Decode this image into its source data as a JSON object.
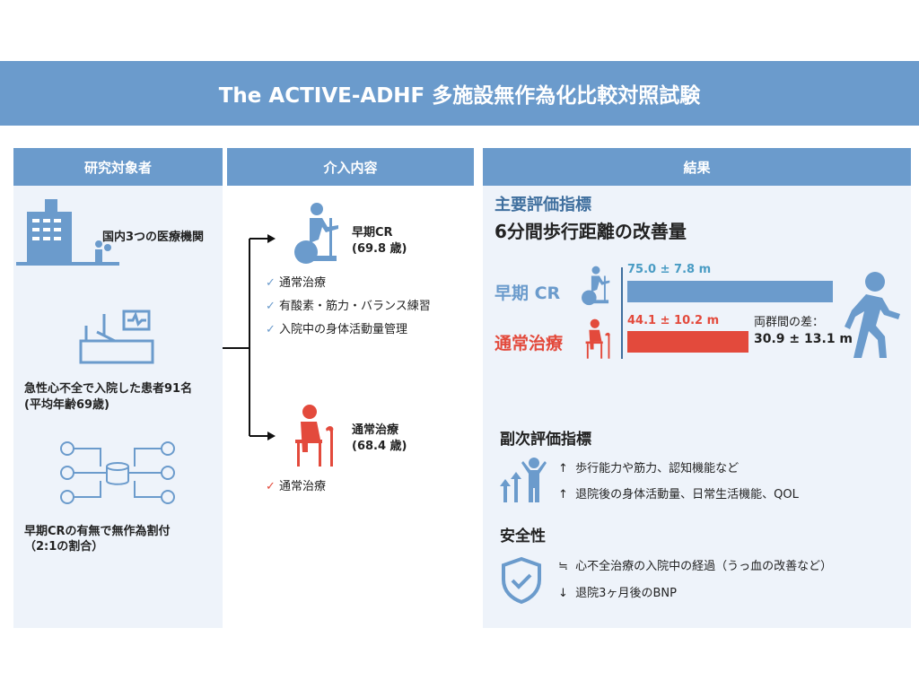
{
  "title": "The ACTIVE-ADHF 多施設無作為化比較対照試験",
  "headers": {
    "subjects": "研究対象者",
    "intervention": "介入内容",
    "results": "結果"
  },
  "subjects": {
    "hospitals": "国内3つの医療機関",
    "patients_line1": "急性心不全で入院した患者91名",
    "patients_line2": "(平均年齢69歳)",
    "random_line1": "早期CRの有無で無作為割付",
    "random_line2": "（2:1の割合）"
  },
  "intervention": {
    "early": {
      "name": "早期CR",
      "age": "(69.8 歳)",
      "items": [
        "通常治療",
        "有酸素・筋力・バランス練習",
        "入院中の身体活動量管理"
      ]
    },
    "usual": {
      "name": "通常治療",
      "age": "(68.4 歳)",
      "items": [
        "通常治療"
      ]
    }
  },
  "results": {
    "primary_label": "主要評価指標",
    "primary_title": "6分間歩行距離の改善量",
    "groups": [
      {
        "name": "早期 CR",
        "value": 75.0,
        "label": "75.0 ± 7.8 m",
        "color": "#6b9bcc"
      },
      {
        "name": "通常治療",
        "value": 44.1,
        "label": "44.1 ± 10.2 m",
        "color": "#e34a3c"
      }
    ],
    "diff_label": "両群間の差：",
    "diff_value": "30.9 ± 13.1 m",
    "secondary_label": "副次評価指標",
    "secondary_items": [
      {
        "symbol": "↑",
        "text": "歩行能力や筋力、認知機能など"
      },
      {
        "symbol": "↑",
        "text": "退院後の身体活動量、日常生活機能、QOL"
      }
    ],
    "safety_label": "安全性",
    "safety_items": [
      {
        "symbol": "≒",
        "text": "心不全治療の入院中の経過（うっ血の改善など）"
      },
      {
        "symbol": "↓",
        "text": "退院3ヶ月後のBNP"
      }
    ]
  },
  "chart_data": {
    "type": "bar",
    "categories": [
      "早期 CR",
      "通常治療"
    ],
    "values": [
      75.0,
      44.1
    ],
    "errors": [
      7.8,
      10.2
    ],
    "title": "6分間歩行距離の改善量",
    "ylabel": "m"
  }
}
